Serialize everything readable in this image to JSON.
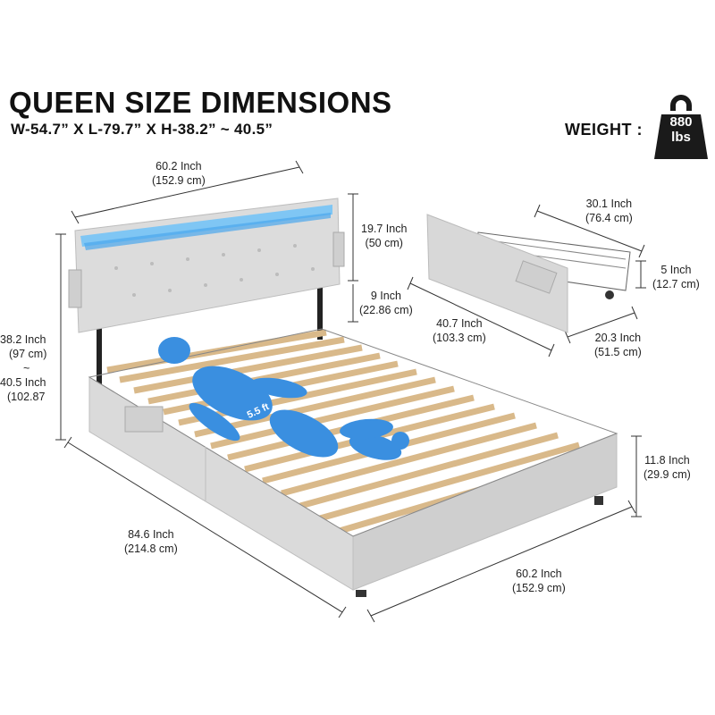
{
  "header": {
    "title": "QUEEN SIZE DIMENSIONS",
    "subtitle": "W-54.7” X L-79.7” X H-38.2” ~ 40.5”"
  },
  "weight": {
    "label": "WEIGHT :",
    "value": "880",
    "unit": "lbs",
    "icon": "kettlebell-weight-icon"
  },
  "dimensions": {
    "headboard_width": {
      "imperial": "60.2 Inch",
      "metric": "(152.9 cm)"
    },
    "headboard_height": {
      "imperial": "19.7 Inch",
      "metric": "(50 cm)"
    },
    "headboard_gap": {
      "imperial": "9 Inch",
      "metric": "(22.86 cm)"
    },
    "total_height": {
      "line1": "38.2 Inch",
      "line2": "(97 cm)",
      "line3": "~",
      "line4": "40.5 Inch",
      "line5": "(102.87"
    },
    "bed_length": {
      "imperial": "84.6 Inch",
      "metric": "(214.8 cm)"
    },
    "bed_width": {
      "imperial": "60.2 Inch",
      "metric": "(152.9 cm)"
    },
    "frame_height": {
      "imperial": "11.8 Inch",
      "metric": "(29.9 cm)"
    },
    "drawer_width": {
      "imperial": "30.1 Inch",
      "metric": "(76.4 cm)"
    },
    "drawer_height": {
      "imperial": "5 Inch",
      "metric": "(12.7 cm)"
    },
    "drawer_length": {
      "imperial": "40.7 Inch",
      "metric": "(103.3 cm)"
    },
    "drawer_depth": {
      "imperial": "20.3 Inch",
      "metric": "(51.5 cm)"
    }
  },
  "mannequin": {
    "label": "5.5 ft"
  },
  "colors": {
    "fabric": "#d8d8d8",
    "slat": "#d9b98a",
    "led": "#5fb6f0",
    "mannequin": "#3a8fe0",
    "weight_icon": "#1a1a1a"
  }
}
